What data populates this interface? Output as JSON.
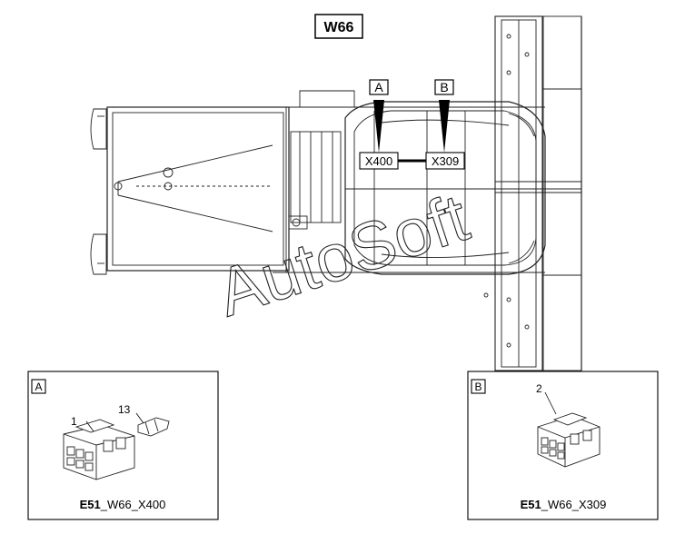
{
  "diagram": {
    "title": "W66",
    "callouts": [
      {
        "letter": "A",
        "connector": "X400"
      },
      {
        "letter": "B",
        "connector": "X309"
      }
    ],
    "watermark": "AutoSoft",
    "details": [
      {
        "letter": "A",
        "part_numbers": [
          "1",
          "13"
        ],
        "caption_bold": "E51",
        "caption_rest": "_W66_X400"
      },
      {
        "letter": "B",
        "part_numbers": [
          "2"
        ],
        "caption_bold": "E51",
        "caption_rest": "_W66_X309"
      }
    ]
  }
}
